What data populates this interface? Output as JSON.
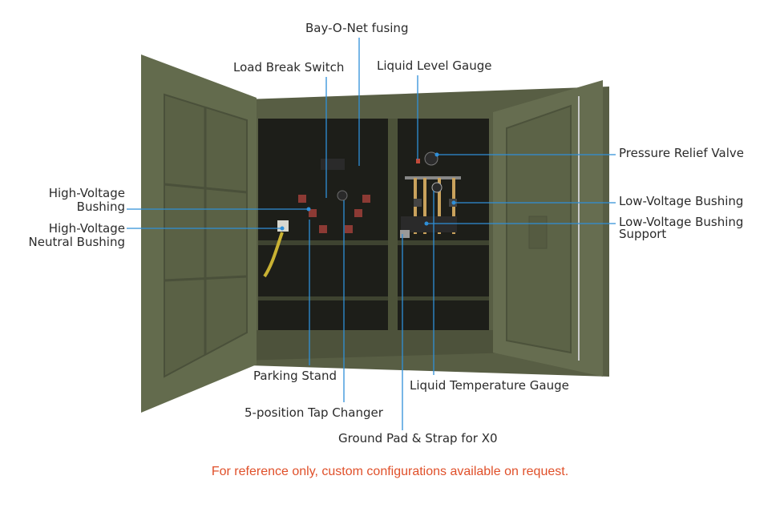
{
  "labels": {
    "bay_o_net": "Bay-O-Net fusing",
    "load_break": "Load Break Switch",
    "liquid_level": "Liquid Level Gauge",
    "pressure_relief": "Pressure Relief Valve",
    "hv_bushing_line1": "High-Voltage",
    "hv_bushing_line2": "Bushing",
    "lv_bushing": "Low-Voltage Bushing",
    "hv_neutral_line1": "High-Voltage",
    "hv_neutral_line2": "Neutral Bushing",
    "lv_support_line1": "Low-Voltage Bushing",
    "lv_support_line2": "Support",
    "parking_stand": "Parking Stand",
    "liquid_temp": "Liquid Temperature Gauge",
    "tap_changer": "5-position Tap Changer",
    "ground_pad": "Ground Pad & Strap for X0"
  },
  "footer_note": "For reference only, custom configurations available on request.",
  "colors": {
    "cabinet": "#5d6448",
    "leader_line": "#2f8fd8",
    "note": "#e0502a"
  }
}
